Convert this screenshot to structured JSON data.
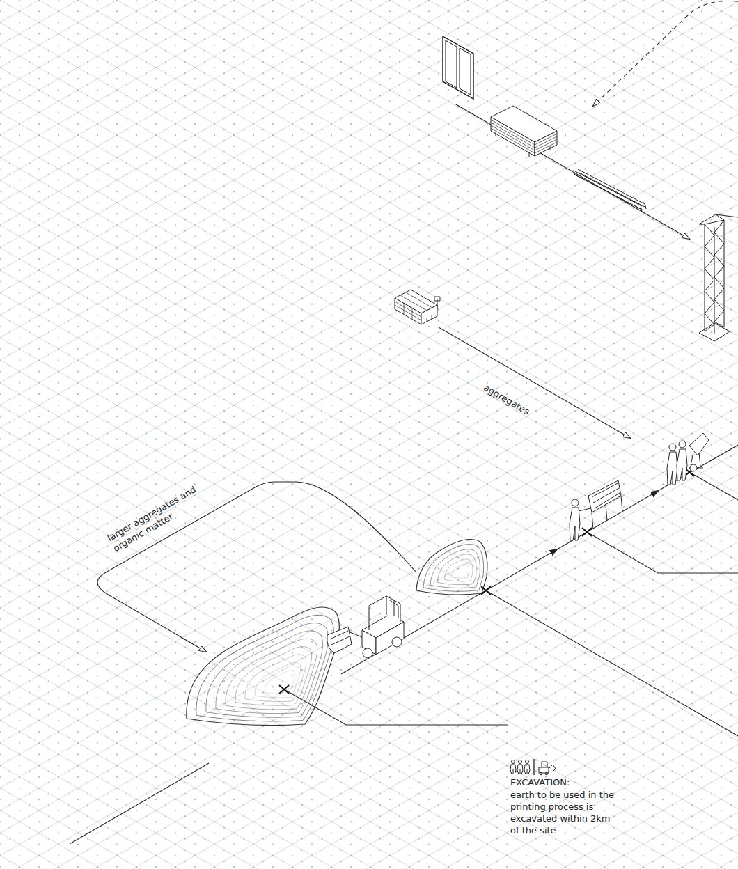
{
  "diagram": {
    "labels": [
      "larger aggregates and organic matter",
      "aggregates",
      "EXCAVATION:",
      "earth to be used in the printing process is excavated within 2km of the site"
    ]
  }
}
